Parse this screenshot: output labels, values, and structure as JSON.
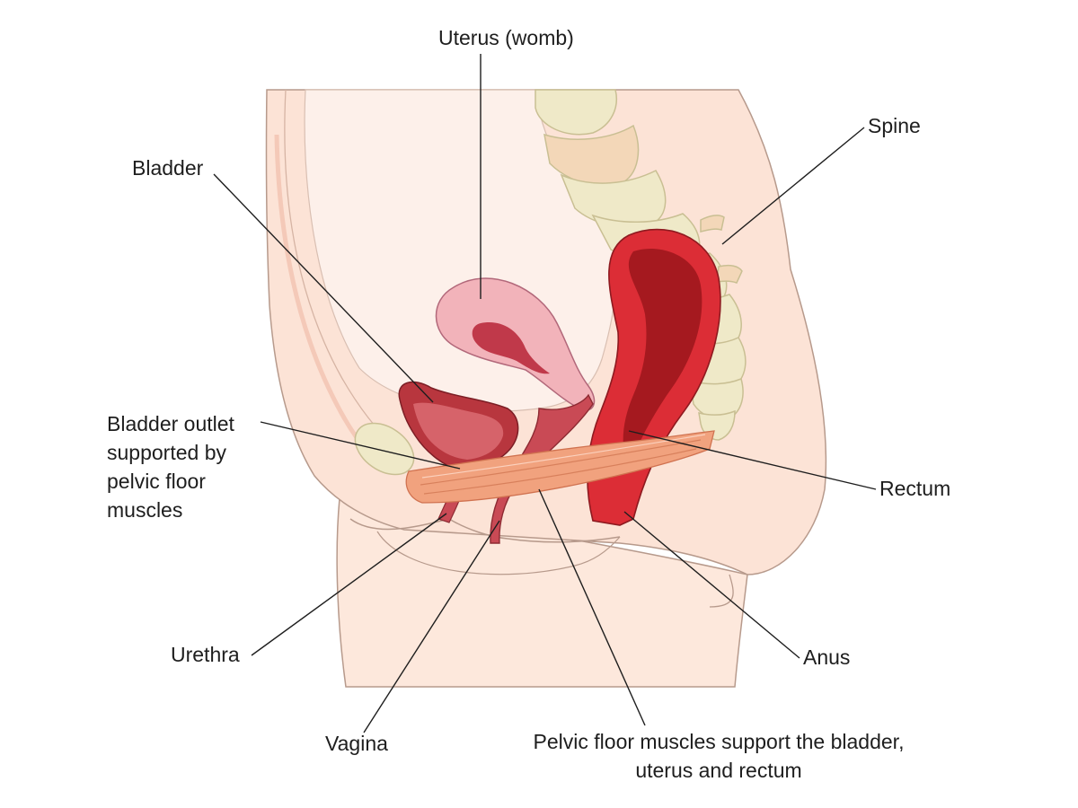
{
  "labels": {
    "uterus": "Uterus (womb)",
    "spine": "Spine",
    "bladder": "Bladder",
    "bladder_outlet": "Bladder outlet\nsupported by\npelvic floor\nmuscles",
    "rectum": "Rectum",
    "urethra": "Urethra",
    "anus": "Anus",
    "vagina": "Vagina",
    "pelvic_floor": "Pelvic floor muscles support the bladder,\nuterus and rectum"
  },
  "colors": {
    "skin": "#fce3d6",
    "skin_outline": "#b79a8c",
    "bone": "#efe9c8",
    "uterus": "#f2b3ba",
    "bladder": "#b8363e",
    "rectum": "#dc2d36",
    "rectum_inner": "#a5191f",
    "muscle": "#f1a27e",
    "leader_line": "#1e1e1e"
  }
}
